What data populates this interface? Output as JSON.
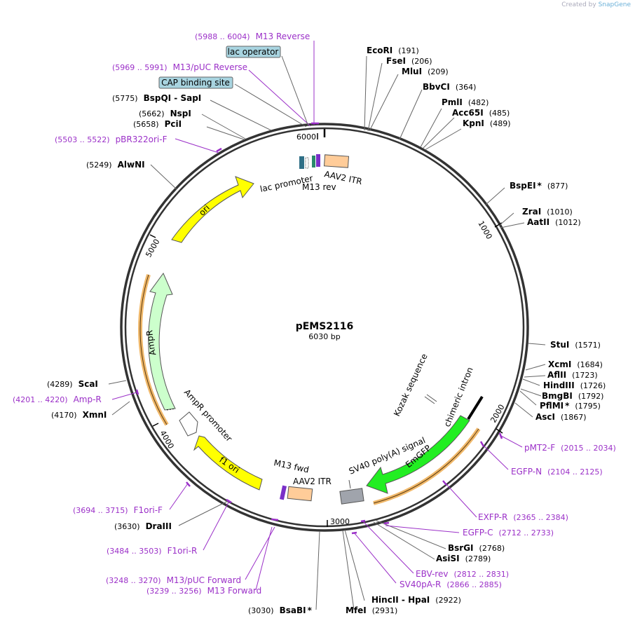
{
  "credit": {
    "prefix": "Created by",
    "logo": "SnapGene"
  },
  "plasmid": {
    "name": "pEMS2116",
    "size_label": "6030 bp",
    "length": 6030
  },
  "ruler_ticks": [
    "1000",
    "2000",
    "3000",
    "4000",
    "5000",
    "6000"
  ],
  "colors": {
    "enzyme": "#000000",
    "primer": "#9b30c8",
    "ori": "#ffff00",
    "ampr": "#ccffcc",
    "egfp": "#22ee22",
    "itr": "#ffcc99",
    "terminator": "#a0a4ac"
  },
  "enzymes": [
    {
      "name": "EcoRI",
      "pos": "(191)"
    },
    {
      "name": "FseI",
      "pos": "(206)"
    },
    {
      "name": "MluI",
      "pos": "(209)"
    },
    {
      "name": "BbvCI",
      "pos": "(364)"
    },
    {
      "name": "PmlI",
      "pos": "(482)"
    },
    {
      "name": "Acc65I",
      "pos": "(485)"
    },
    {
      "name": "KpnI",
      "pos": "(489)"
    },
    {
      "name": "BspEI",
      "star": "*",
      "pos": "(877)"
    },
    {
      "name": "ZraI",
      "pos": "(1010)"
    },
    {
      "name": "AatII",
      "pos": "(1012)"
    },
    {
      "name": "StuI",
      "pos": "(1571)"
    },
    {
      "name": "XcmI",
      "pos": "(1684)"
    },
    {
      "name": "AflII",
      "pos": "(1723)"
    },
    {
      "name": "HindIII",
      "pos": "(1726)"
    },
    {
      "name": "BmgBI",
      "pos": "(1792)"
    },
    {
      "name": "PflMI",
      "star": "*",
      "pos": "(1795)"
    },
    {
      "name": "AscI",
      "pos": "(1867)"
    },
    {
      "name": "BsrGI",
      "pos": "(2768)"
    },
    {
      "name": "AsiSI",
      "pos": "(2789)"
    },
    {
      "name": "HincII - HpaI",
      "pos": "(2922)"
    },
    {
      "name": "MfeI",
      "pos": "(2931)"
    },
    {
      "name": "BsaBI",
      "star": "*",
      "pos": "(3030)"
    },
    {
      "name": "DraIII",
      "pos": "(3630)"
    },
    {
      "name": "XmnI",
      "pos": "(4170)"
    },
    {
      "name": "ScaI",
      "pos": "(4289)"
    },
    {
      "name": "AlwNI",
      "pos": "(5249)"
    },
    {
      "name": "PciI",
      "pos": "(5658)"
    },
    {
      "name": "NspI",
      "pos": "(5662)"
    },
    {
      "name": "BspQI - SapI",
      "pos": "(5775)"
    }
  ],
  "primers": [
    {
      "name": "M13 Reverse",
      "range": "(5988 .. 6004)"
    },
    {
      "name": "M13/pUC Reverse",
      "range": "(5969 .. 5991)"
    },
    {
      "name": "pBR322ori-F",
      "range": "(5503 .. 5522)"
    },
    {
      "name": "pMT2-F",
      "range": "(2015 .. 2034)"
    },
    {
      "name": "EGFP-N",
      "range": "(2104 .. 2125)"
    },
    {
      "name": "EXFP-R",
      "range": "(2365 .. 2384)"
    },
    {
      "name": "EGFP-C",
      "range": "(2712 .. 2733)"
    },
    {
      "name": "EBV-rev",
      "range": "(2812 .. 2831)"
    },
    {
      "name": "SV40pA-R",
      "range": "(2866 .. 2885)"
    },
    {
      "name": "M13/pUC Forward",
      "range": "(3248 .. 3270)"
    },
    {
      "name": "M13 Forward",
      "range": "(3239 .. 3256)"
    },
    {
      "name": "F1ori-R",
      "range": "(3484 .. 3503)"
    },
    {
      "name": "F1ori-F",
      "range": "(3694 .. 3715)"
    },
    {
      "name": "Amp-R",
      "range": "(4201 .. 4220)"
    }
  ],
  "boxed_features": [
    {
      "name": "lac operator"
    },
    {
      "name": "CAP binding site"
    }
  ],
  "features": [
    {
      "name": "ori"
    },
    {
      "name": "AmpR"
    },
    {
      "name": "AmpR promoter"
    },
    {
      "name": "f1 ori"
    },
    {
      "name": "lac promoter"
    },
    {
      "name": "M13 rev"
    },
    {
      "name": "AAV2 ITR"
    },
    {
      "name": "M13 fwd"
    },
    {
      "name": "AAV2 ITR"
    },
    {
      "name": "SV40 poly(A) signal"
    },
    {
      "name": "EmGFP"
    },
    {
      "name": "chimeric intron"
    },
    {
      "name": "Kozak sequence"
    }
  ]
}
